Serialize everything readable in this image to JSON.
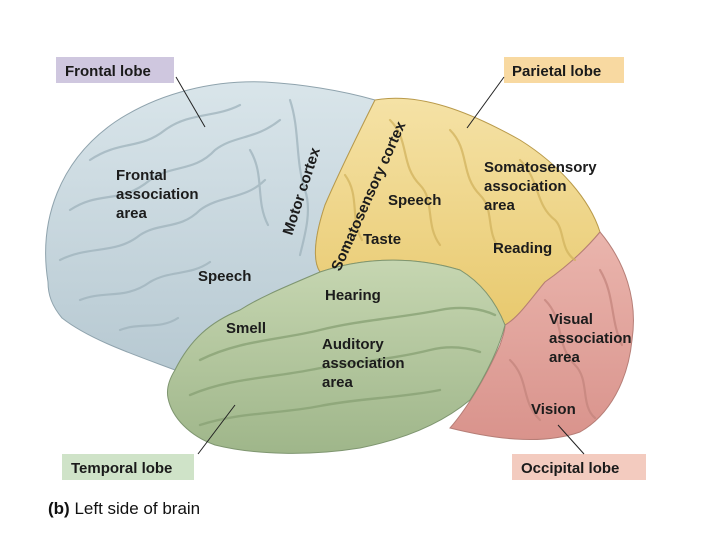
{
  "lobe_labels": {
    "frontal": "Frontal lobe",
    "parietal": "Parietal lobe",
    "temporal": "Temporal lobe",
    "occipital": "Occipital lobe"
  },
  "region_labels": {
    "motor_cortex": "Motor cortex",
    "somatosensory_cortex": "Somatosensory cortex",
    "frontal_association_1": "Frontal",
    "frontal_association_2": "association",
    "frontal_association_3": "area",
    "speech_frontal": "Speech",
    "speech_parietal": "Speech",
    "taste": "Taste",
    "somatosensory_association_1": "Somatosensory",
    "somatosensory_association_2": "association",
    "somatosensory_association_3": "area",
    "reading": "Reading",
    "hearing": "Hearing",
    "smell": "Smell",
    "auditory_association_1": "Auditory",
    "auditory_association_2": "association",
    "auditory_association_3": "area",
    "visual_association_1": "Visual",
    "visual_association_2": "association",
    "visual_association_3": "area",
    "vision": "Vision"
  },
  "caption": {
    "prefix": "(b)",
    "text": " Left side of brain"
  },
  "colors": {
    "frontal": "#c6d6de",
    "parietal": "#f1d992",
    "temporal": "#b7c9a2",
    "occipital": "#e3a6a0",
    "frontal_box": "#cfc7df",
    "parietal_box": "#f8d9a1",
    "temporal_box": "#cfe3c8",
    "occipital_box": "#f3cbbf"
  }
}
